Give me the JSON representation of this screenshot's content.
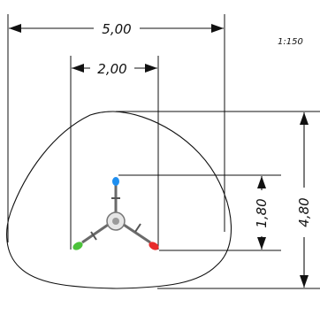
{
  "scale_label": "1:150",
  "dimensions": {
    "overall_width": "5,00",
    "inner_width": "2,00",
    "overall_depth": "4,80",
    "inner_depth": "1,80"
  },
  "colors": {
    "line": "#111111",
    "marker_top": "#1f8ff0",
    "marker_left": "#4cc23a",
    "marker_right": "#e82a2a"
  }
}
